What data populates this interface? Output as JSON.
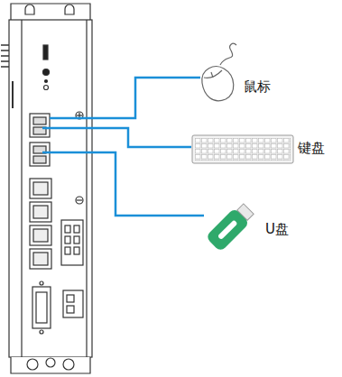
{
  "diagram": {
    "nodes": [
      {
        "text": [
          "鼠标"
        ]
      },
      {
        "text": [
          "键盘"
        ]
      },
      {
        "text": [
          "U盘"
        ]
      }
    ]
  }
}
